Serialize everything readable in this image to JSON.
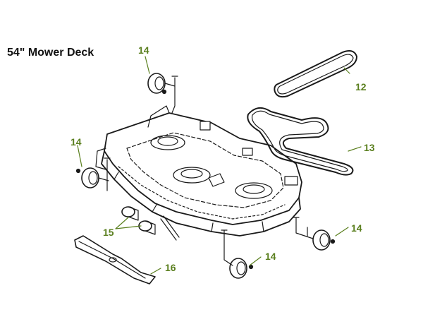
{
  "title": "54\" Mower Deck",
  "callouts": {
    "c14a": "14",
    "c14b": "14",
    "c14c": "14",
    "c14d": "14",
    "c12": "12",
    "c13": "13",
    "c15": "15",
    "c16": "16"
  },
  "colors": {
    "callout": "#5a7f1e",
    "line": "#1a1a1a"
  }
}
